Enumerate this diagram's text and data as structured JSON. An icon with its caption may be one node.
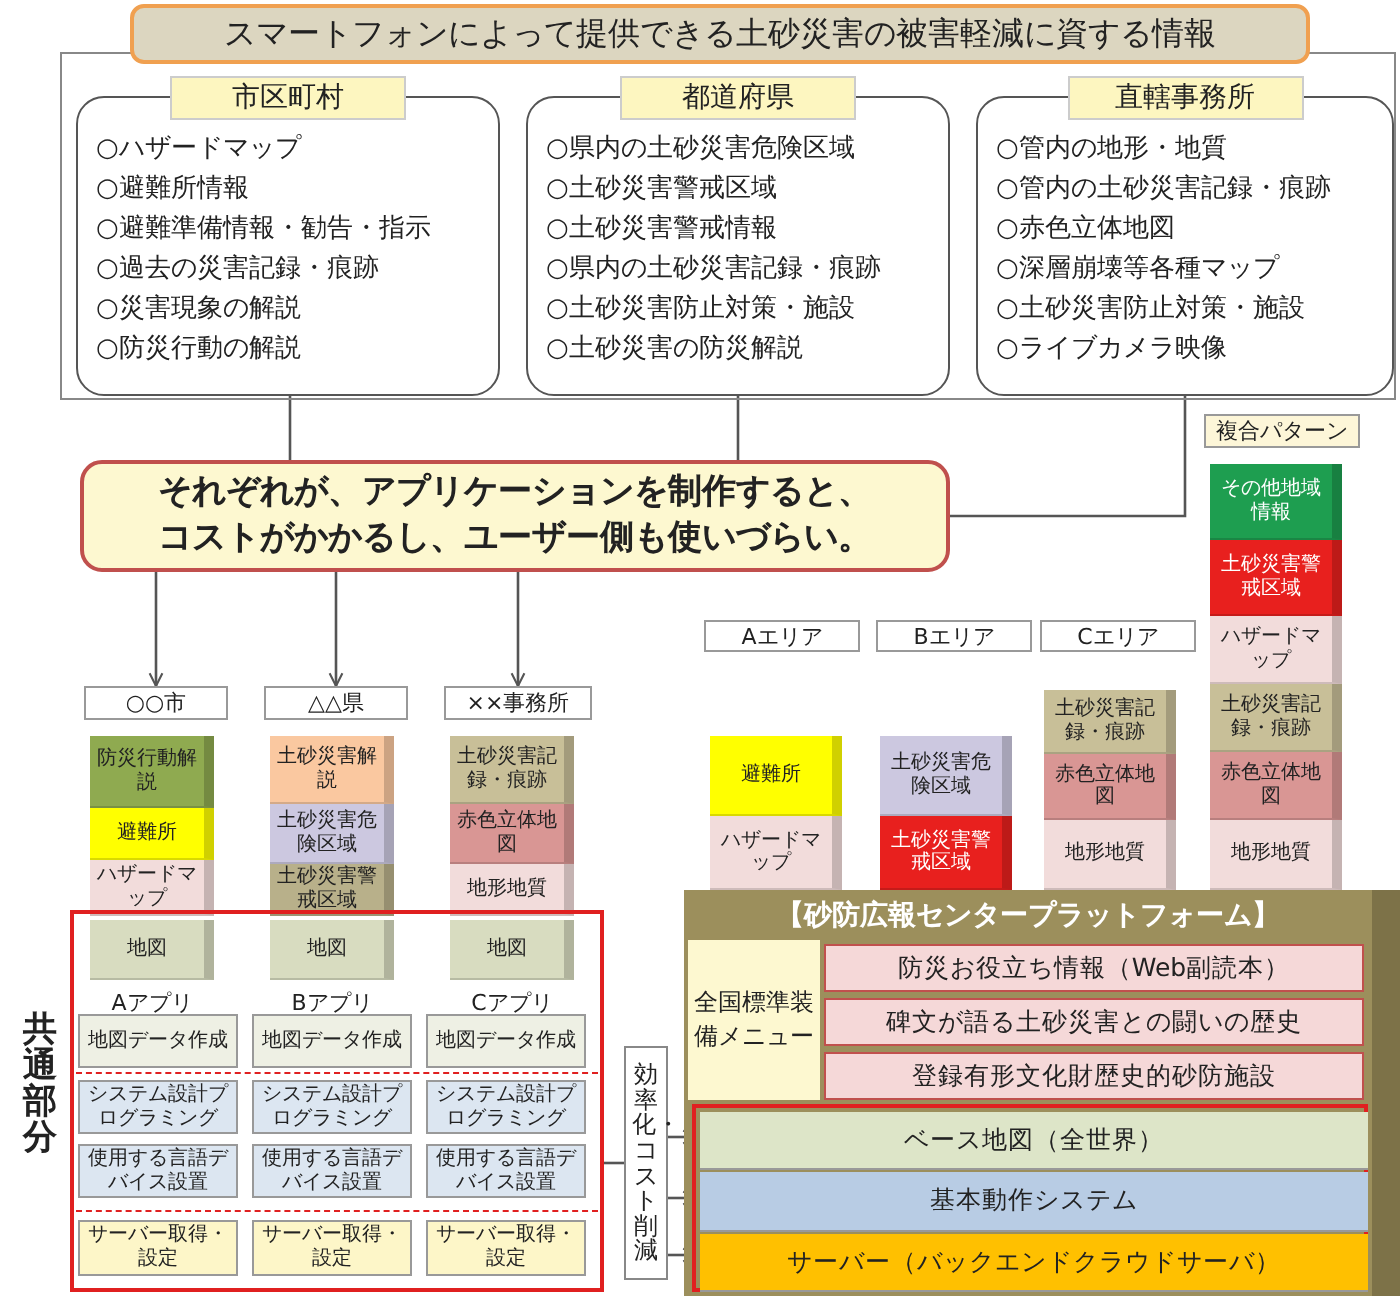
{
  "diagram": {
    "nodes": [
      {
        "text": [
          "スマートフォンによって提供できる土砂災害の被害軽減に資する情報"
        ]
      },
      {
        "text": [
          "市区町村",
          "○ハザードマップ",
          "○避難所情報",
          "○避難準備情報・勧告・指示",
          "○過去の災害記録・痕跡",
          "○災害現象の解説",
          "○防災行動の解説"
        ],
        "in": 0
      },
      {
        "text": [
          "都道府県",
          "○県内の土砂災害危険区域",
          "○土砂災害警戒区域",
          "○土砂災害警戒情報",
          "○県内の土砂災害記録・痕跡",
          "○土砂災害防止対策・施設",
          "○土砂災害の防災解説"
        ],
        "in": 0
      },
      {
        "text": [
          "直轄事務所",
          "○管内の地形・地質",
          "○管内の土砂災害記録・痕跡",
          "○赤色立体地図",
          "○深層崩壊等各種マップ",
          "○土砂災害防止対策・施設",
          "○ライブカメラ映像"
        ],
        "in": 0
      },
      {
        "text": [
          "それぞれが、アプリケーションを制作すると、コストがかかるし、ユーザー側も使いづらい。"
        ]
      },
      {
        "text": [
          "○○市"
        ]
      },
      {
        "text": [
          "△△県"
        ]
      },
      {
        "text": [
          "××事務所"
        ]
      },
      {
        "text": [
          "防災行動解説"
        ]
      },
      {
        "text": [
          "避難所"
        ]
      },
      {
        "text": [
          "ハザードマップ"
        ]
      },
      {
        "text": [
          "土砂災害解説"
        ]
      },
      {
        "text": [
          "土砂災害危険区域"
        ]
      },
      {
        "text": [
          "土砂災害警戒区域"
        ]
      },
      {
        "text": [
          "土砂災害記録・痕跡"
        ]
      },
      {
        "text": [
          "赤色立体地図"
        ]
      },
      {
        "text": [
          "地形地質"
        ]
      },
      {
        "text": [
          "共通部分"
        ]
      },
      {
        "text": [
          "地図"
        ],
        "in": 17
      },
      {
        "text": [
          "地図"
        ],
        "in": 17
      },
      {
        "text": [
          "地図"
        ],
        "in": 17
      },
      {
        "text": [
          "地図データ作成"
        ],
        "in": 17
      },
      {
        "text": [
          "地図データ作成"
        ],
        "in": 17
      },
      {
        "text": [
          "地図データ作成"
        ],
        "in": 17
      },
      {
        "text": [
          "システム設計プログラミング"
        ],
        "in": 17
      },
      {
        "text": [
          "システム設計プログラミング"
        ],
        "in": 17
      },
      {
        "text": [
          "システム設計プログラミング"
        ],
        "in": 17
      },
      {
        "text": [
          "使用する言語デバイス設置"
        ],
        "in": 17
      },
      {
        "text": [
          "使用する言語デバイス設置"
        ],
        "in": 17
      },
      {
        "text": [
          "使用する言語デバイス設置"
        ],
        "in": 17
      },
      {
        "text": [
          "サーバー取得・設定"
        ],
        "in": 17
      },
      {
        "text": [
          "サーバー取得・設定"
        ],
        "in": 17
      },
      {
        "text": [
          "サーバー取得・設定"
        ],
        "in": 17
      },
      {
        "text": [
          "効率化・コスト削減"
        ]
      },
      {
        "text": [
          "Aエリア"
        ]
      },
      {
        "text": [
          "Bエリア"
        ]
      },
      {
        "text": [
          "Cエリア"
        ]
      },
      {
        "text": [
          "複合パターン"
        ]
      },
      {
        "text": [
          "その他地域情報"
        ]
      },
      {
        "text": [
          "土砂災害警戒区域"
        ]
      },
      {
        "text": [
          "ハザードマップ"
        ]
      },
      {
        "text": [
          "土砂災害記録・痕跡"
        ]
      },
      {
        "text": [
          "赤色立体地図"
        ]
      },
      {
        "text": [
          "地形地質"
        ]
      },
      {
        "text": [
          "土砂災害記録・痕跡"
        ]
      },
      {
        "text": [
          "赤色立体地図"
        ]
      },
      {
        "text": [
          "地形地質"
        ]
      },
      {
        "text": [
          "避難所"
        ]
      },
      {
        "text": [
          "ハザードマップ"
        ]
      },
      {
        "text": [
          "土砂災害危険区域"
        ]
      },
      {
        "text": [
          "土砂災害警戒区域"
        ]
      },
      {
        "text": [
          "【砂防広報センタープラットフォーム】"
        ]
      },
      {
        "text": [
          "全国標準装備メニュー"
        ],
        "in": 51
      },
      {
        "text": [
          "防災お役立ち情報（Web副読本）"
        ],
        "in": 51
      },
      {
        "text": [
          "碑文が語る土砂災害との闘いの歴史"
        ],
        "in": 51
      },
      {
        "text": [
          "登録有形文化財歴史的砂防施設"
        ],
        "in": 51
      },
      {
        "text": [],
        "shape": "box",
        "in": 51
      },
      {
        "text": [
          "ベース地図（全世界）"
        ],
        "in": 56
      },
      {
        "text": [
          "基本動作システム"
        ],
        "in": 56
      },
      {
        "text": [
          "サーバー（バックエンドクラウドサーバ）"
        ],
        "in": 56
      }
    ],
    "edges": [
      {
        "from": 1,
        "to": 4,
        "arrow": "none"
      },
      {
        "from": 2,
        "to": 4,
        "arrow": "none"
      },
      {
        "from": 3,
        "to": 4,
        "arrow": "none"
      },
      {
        "from": 4,
        "to": 5,
        "arrow": "to"
      },
      {
        "from": 4,
        "to": 6,
        "arrow": "to"
      },
      {
        "from": 4,
        "to": 7,
        "arrow": "to"
      },
      {
        "from": 17,
        "to": 33,
        "arrow": "none"
      },
      {
        "from": 33,
        "to": 57,
        "arrow": "to"
      },
      {
        "from": 33,
        "to": 58,
        "arrow": "to"
      },
      {
        "from": 33,
        "to": 59,
        "arrow": "to"
      }
    ],
    "labels": [
      "Aアプリ",
      "Bアプリ",
      "Cアプリ"
    ]
  }
}
